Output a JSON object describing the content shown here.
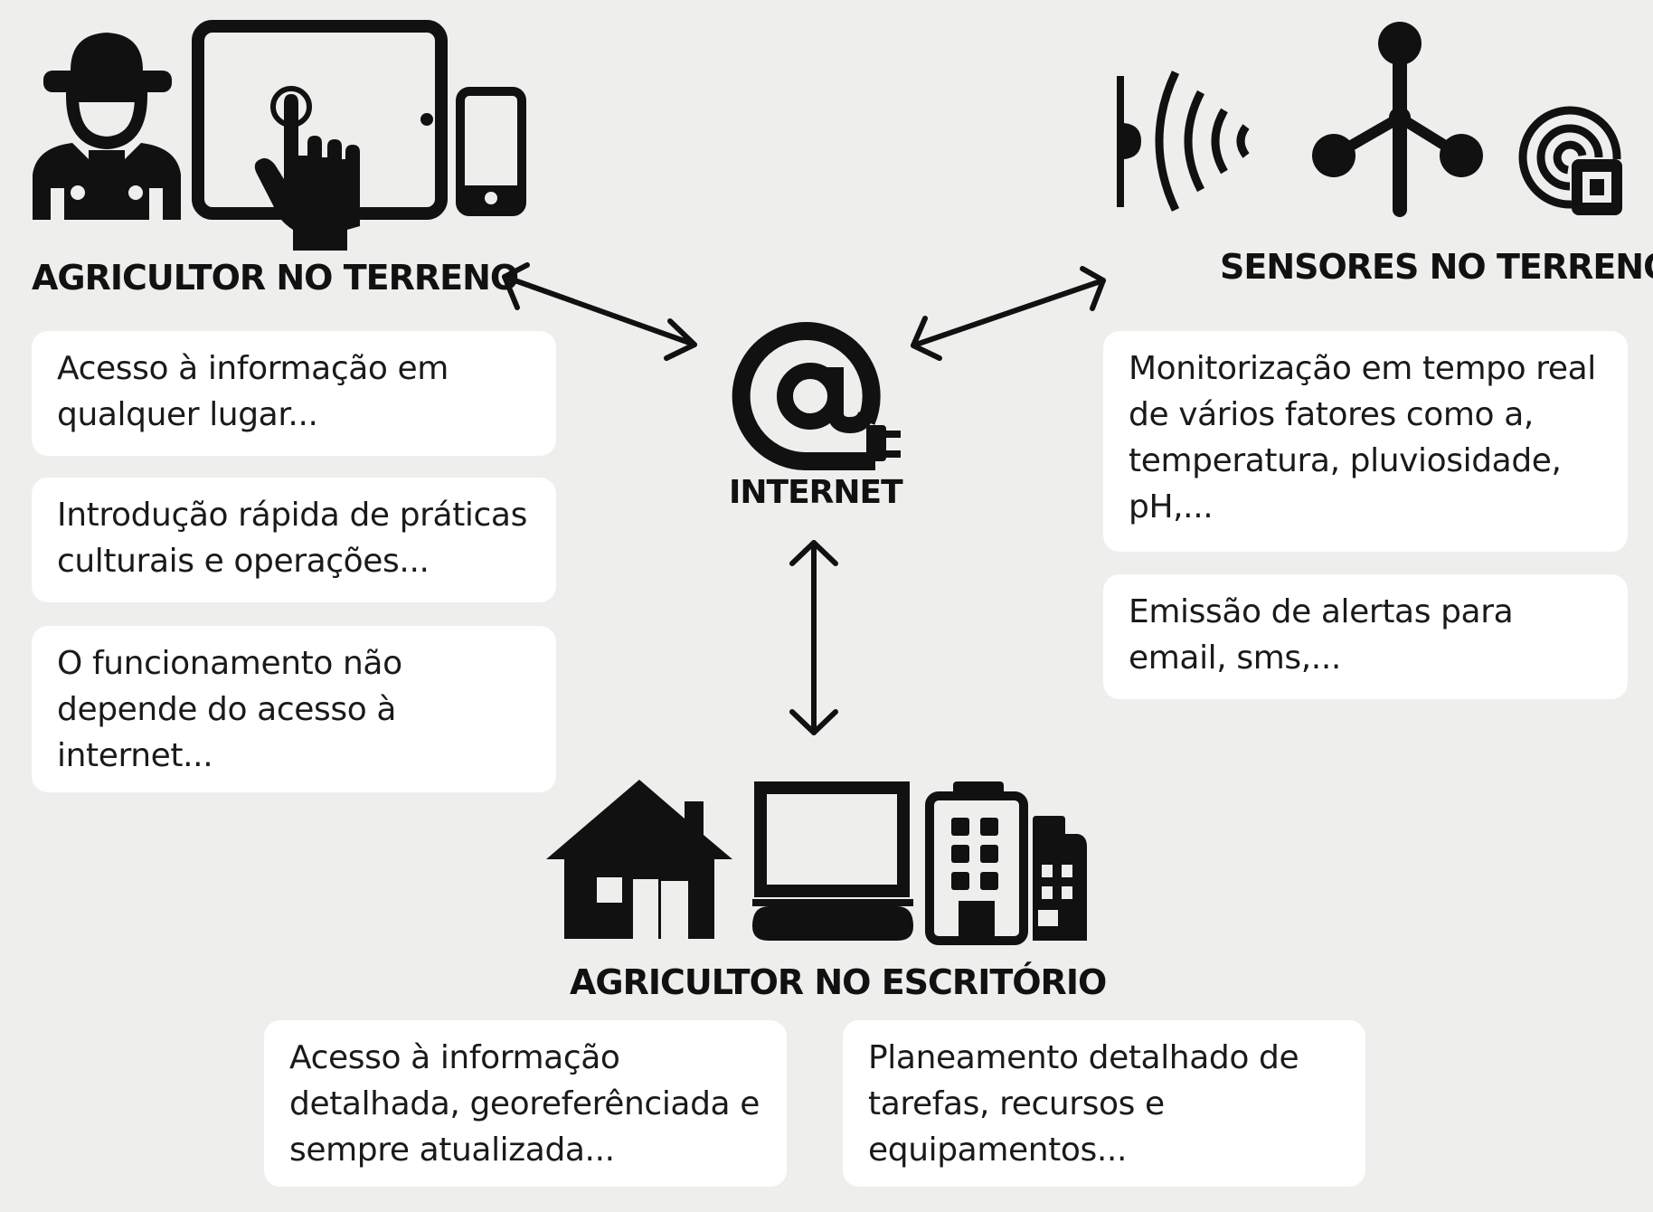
{
  "colors": {
    "background": "#eeeeed",
    "ink": "#111111",
    "card": "#ffffff"
  },
  "farmer_field": {
    "title": "AGRICULTOR NO TERRENO",
    "icons": [
      "farmer-icon",
      "tablet-touch-icon",
      "smartphone-icon"
    ],
    "cards": [
      "Acesso à informação em qualquer lugar...",
      "Introdução rápida de práticas culturais e operações...",
      "O funcionamento não depende do acesso à internet..."
    ]
  },
  "sensors_field": {
    "title": "SENSORES NO TERRENO",
    "icons": [
      "wireless-signal-icon",
      "anemometer-icon",
      "sensor-chip-icon"
    ],
    "cards": [
      "Monitorização em tempo real de vários fatores como a, temperatura, pluviosidade, pH,...",
      "Emissão de alertas para email, sms,..."
    ]
  },
  "internet": {
    "label": "INTERNET",
    "icon": "at-sign-plug-icon"
  },
  "farmer_office": {
    "title": "AGRICULTOR NO ESCRITÓRIO",
    "icons": [
      "house-icon",
      "desktop-computer-icon",
      "office-buildings-icon"
    ],
    "cards": [
      "Acesso à informação detalhada, georeferênciada e sempre atualizada...",
      "Planeamento detalhado de tarefas, recursos e equipamentos..."
    ]
  }
}
